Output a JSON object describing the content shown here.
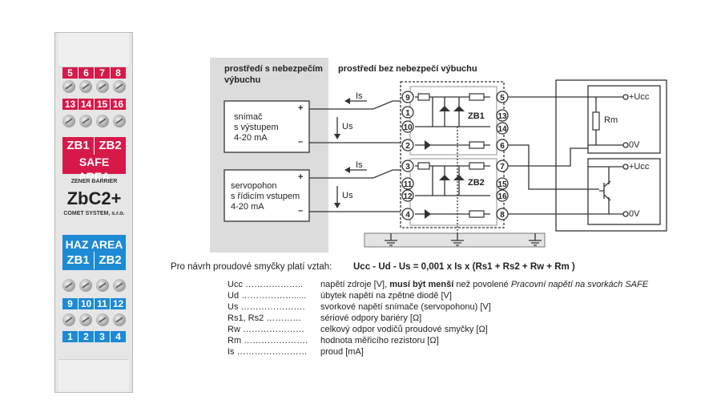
{
  "device": {
    "top_numbers": [
      "5",
      "6",
      "7",
      "8"
    ],
    "row2_numbers": [
      "13",
      "14",
      "15",
      "16"
    ],
    "safe_zb1": "ZB1",
    "safe_zb2": "ZB2",
    "safe_area": "SAFE AREA",
    "zener_barrier": "ZENER BARRIER",
    "model": "ZbC2+",
    "maker": "COMET SYSTEM, s.r.o.",
    "haz_area": "HAZ AREA",
    "haz_zb1": "ZB1",
    "haz_zb2": "ZB2",
    "row3_numbers": [
      "9",
      "10",
      "11",
      "12"
    ],
    "bottom_numbers": [
      "1",
      "2",
      "3",
      "4"
    ],
    "colors": {
      "red": "#d7194a",
      "blue": "#1d8ad4"
    }
  },
  "diagram": {
    "hazard_title_1": "prostředí s nebezpečím",
    "hazard_title_2": "výbuchu",
    "safe_title": "prostředí bez nebezpečí výbuchu",
    "sensor_1": "snímač",
    "sensor_2": "s výstupem",
    "sensor_3": "4-20 mA",
    "servo_1": "servopohon",
    "servo_2": "s řídicím vstupem",
    "servo_3": "4-20 mA",
    "plus": "+",
    "minus": "–",
    "is_label": "Is",
    "us_label": "Us",
    "zb1": "ZB1",
    "zb2": "ZB2",
    "terminals_left": [
      "9",
      "10",
      "2",
      "3",
      "11",
      "12",
      "4"
    ],
    "terminal_1": "1",
    "terminals_right": [
      "5",
      "13",
      "14",
      "6",
      "7",
      "15",
      "16",
      "8"
    ],
    "ucc": "+Ucc",
    "zero_v": "0V",
    "rm": "Rm"
  },
  "formula": {
    "intro": "Pro návrh proudové smyčky platí vztah:",
    "equation": "Ucc - Ud - Us = 0,001 x Is x (Rs1 + Rs2 + Rw + Rm )"
  },
  "legend": [
    {
      "key": "Ucc ………………..",
      "pre": "napětí zdroje [V], ",
      "bold": "musí být menší",
      "mid": " než povolené ",
      "ital": "Pracovní napětí na svorkách SAFE"
    },
    {
      "key": "Ud ……………….....",
      "pre": "úbytek napětí na zpětné diodě [V]"
    },
    {
      "key": "Us ………………….",
      "pre": "svorkové napětí snímače (servopohonu) [V]"
    },
    {
      "key": "Rs1, Rs2 …………",
      "pre": "sériové odpory bariéry [Ω]"
    },
    {
      "key": "Rw …………………",
      "pre": "celkový odpor vodičů proudové smyčky [Ω]"
    },
    {
      "key": "Rm ………………….",
      "pre": "hodnota měřicího rezistoru [Ω]"
    },
    {
      "key": "Is ……………………",
      "pre": "proud [mA]"
    }
  ]
}
